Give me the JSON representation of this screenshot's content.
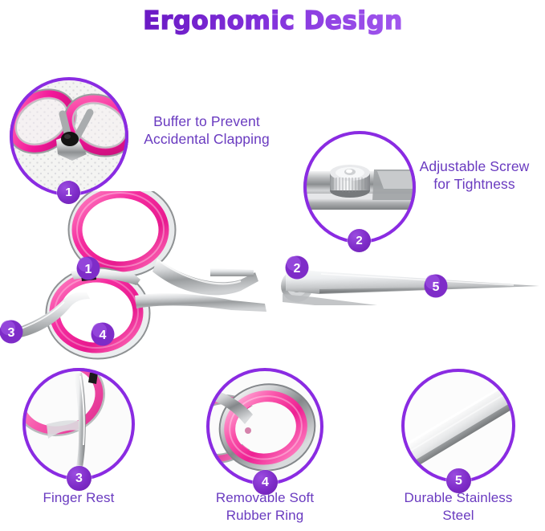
{
  "page": {
    "title": "Ergonomic Design",
    "background_color": "#ffffff",
    "accent_purple": "#8A2BE2",
    "text_purple": "#6A3BC0",
    "badge_purple": "#7E2CC8",
    "rubber_pink": "#F0309A",
    "steel_silver": "#C9CBCD"
  },
  "features": [
    {
      "number": "1",
      "label_line1": "Buffer to Prevent",
      "label_line2": "Accidental Clapping",
      "detail": "pink-handle-rings-with-black-buffer-closeup"
    },
    {
      "number": "2",
      "label_line1": "Adjustable Screw",
      "label_line2": "for Tightness",
      "detail": "knurled-tension-screw-closeup"
    },
    {
      "number": "3",
      "label_line1": "Finger Rest",
      "label_line2": "",
      "detail": "finger-rest-tang-closeup"
    },
    {
      "number": "4",
      "label_line1": "Removable Soft",
      "label_line2": "Rubber Ring",
      "detail": "pink-rubber-ring-closeup"
    },
    {
      "number": "5",
      "label_line1": "Durable Stainless",
      "label_line2": "Steel",
      "detail": "stainless-steel-blade-closeup"
    }
  ],
  "product": {
    "name": "hair-cutting-scissors",
    "markers": [
      "1",
      "2",
      "3",
      "4",
      "5"
    ]
  }
}
